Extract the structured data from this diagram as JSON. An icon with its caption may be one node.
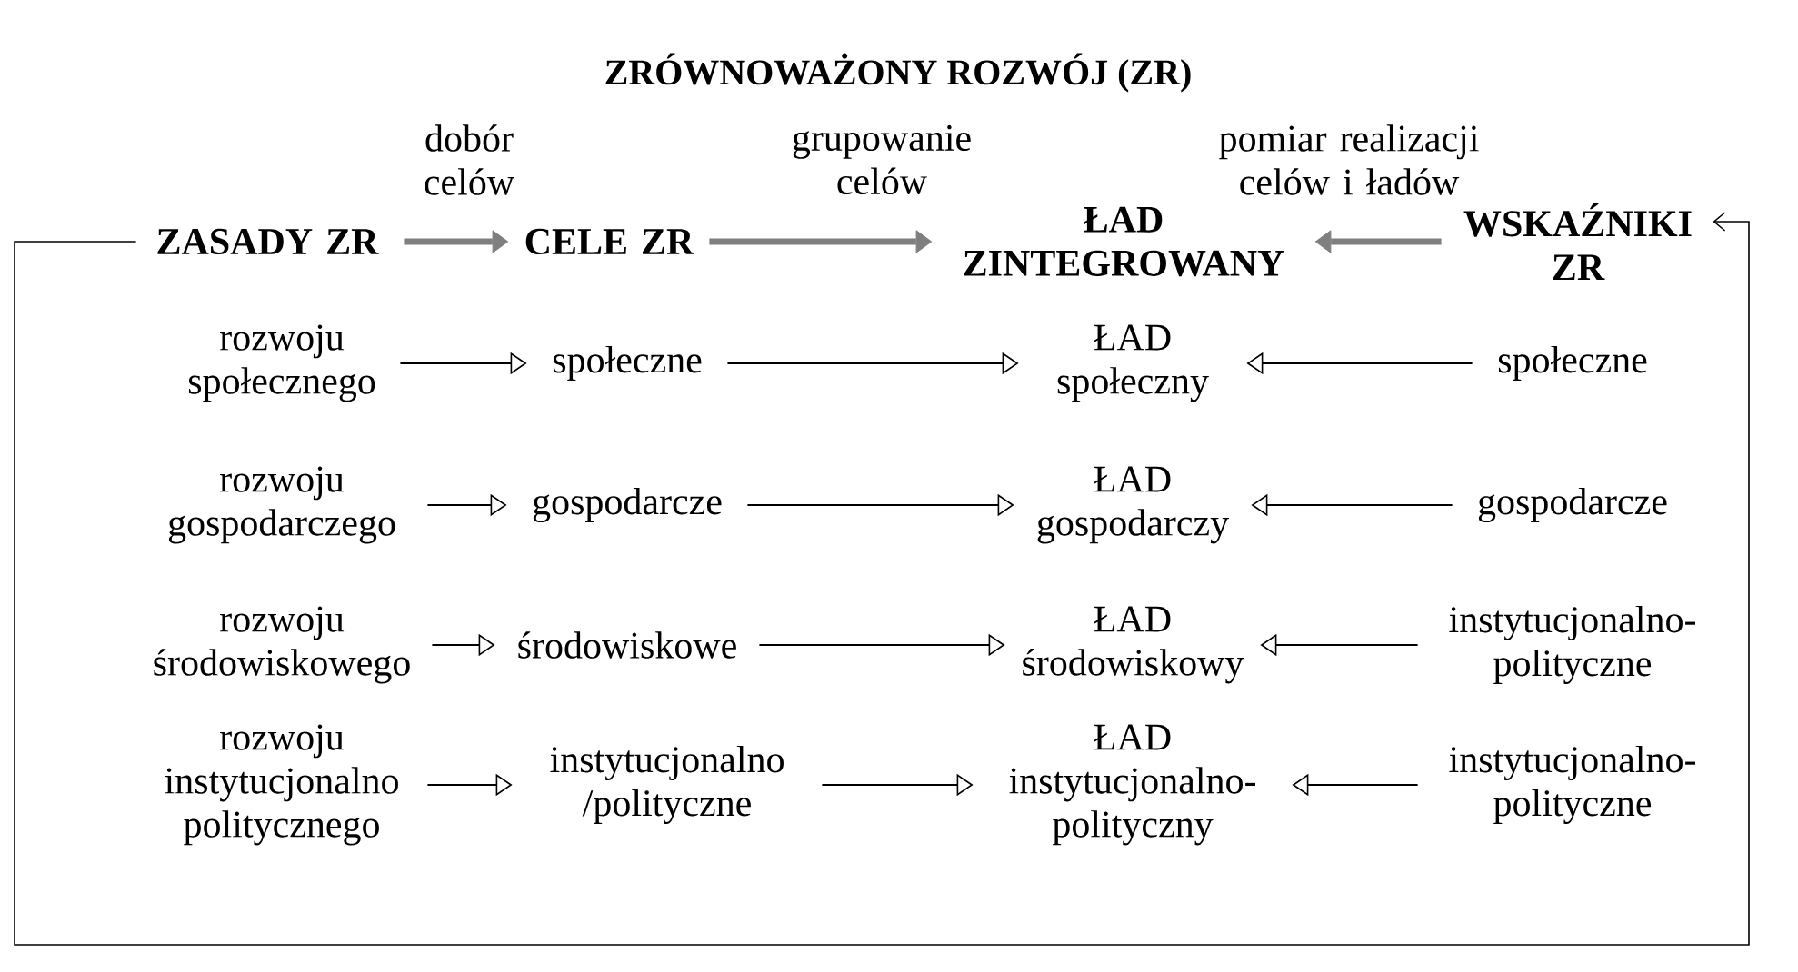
{
  "diagram": {
    "title": "ZRÓWNOWAŻONY ROZWÓJ (ZR)",
    "nodes": [
      {
        "text": [
          "ZASADY ZR"
        ]
      },
      {
        "text": [
          "CELE ZR"
        ]
      },
      {
        "text": [
          "ŁAD ZINTEGROWANY"
        ]
      },
      {
        "text": [
          "WSKAŹNIKI ZR"
        ]
      },
      {
        "text": [
          "rozwoju społecznego"
        ]
      },
      {
        "text": [
          "społeczne"
        ]
      },
      {
        "text": [
          "ŁAD społeczny"
        ]
      },
      {
        "text": [
          "społeczne"
        ]
      },
      {
        "text": [
          "rozwoju gospodarczego"
        ]
      },
      {
        "text": [
          "gospodarcze"
        ]
      },
      {
        "text": [
          "ŁAD gospodarczy"
        ]
      },
      {
        "text": [
          "gospodarcze"
        ]
      },
      {
        "text": [
          "rozwoju środowiskowego"
        ]
      },
      {
        "text": [
          "środowiskowe"
        ]
      },
      {
        "text": [
          "ŁAD środowiskowy"
        ]
      },
      {
        "text": [
          "instytucjonalno-polityczne"
        ]
      },
      {
        "text": [
          "rozwoju instytucjonalno politycznego"
        ]
      },
      {
        "text": [
          "instytucjonalno /polityczne"
        ]
      },
      {
        "text": [
          "ŁAD instytucjonalno-polityczny"
        ]
      },
      {
        "text": [
          "instytucjonalno-polityczne"
        ]
      }
    ],
    "edges": [
      {
        "from": 0,
        "to": 1,
        "arrow": "to",
        "label": "dobór celów",
        "style": "thick",
        "color": "#7f7f7f"
      },
      {
        "from": 1,
        "to": 2,
        "arrow": "to",
        "label": "grupowanie celów",
        "style": "thick",
        "color": "#7f7f7f"
      },
      {
        "from": 3,
        "to": 2,
        "arrow": "to",
        "label": "pomiar realizacji celów i ładów",
        "style": "thick",
        "color": "#7f7f7f"
      },
      {
        "from": 0,
        "to": 3,
        "arrow": "to"
      },
      {
        "from": 4,
        "to": 5,
        "arrow": "to"
      },
      {
        "from": 5,
        "to": 6,
        "arrow": "to"
      },
      {
        "from": 7,
        "to": 6,
        "arrow": "to"
      },
      {
        "from": 8,
        "to": 9,
        "arrow": "to"
      },
      {
        "from": 9,
        "to": 10,
        "arrow": "to"
      },
      {
        "from": 11,
        "to": 10,
        "arrow": "to"
      },
      {
        "from": 12,
        "to": 13,
        "arrow": "to"
      },
      {
        "from": 13,
        "to": 14,
        "arrow": "to"
      },
      {
        "from": 15,
        "to": 14,
        "arrow": "to"
      },
      {
        "from": 16,
        "to": 17,
        "arrow": "to"
      },
      {
        "from": 17,
        "to": 18,
        "arrow": "to"
      },
      {
        "from": 19,
        "to": 18,
        "arrow": "to"
      }
    ]
  }
}
